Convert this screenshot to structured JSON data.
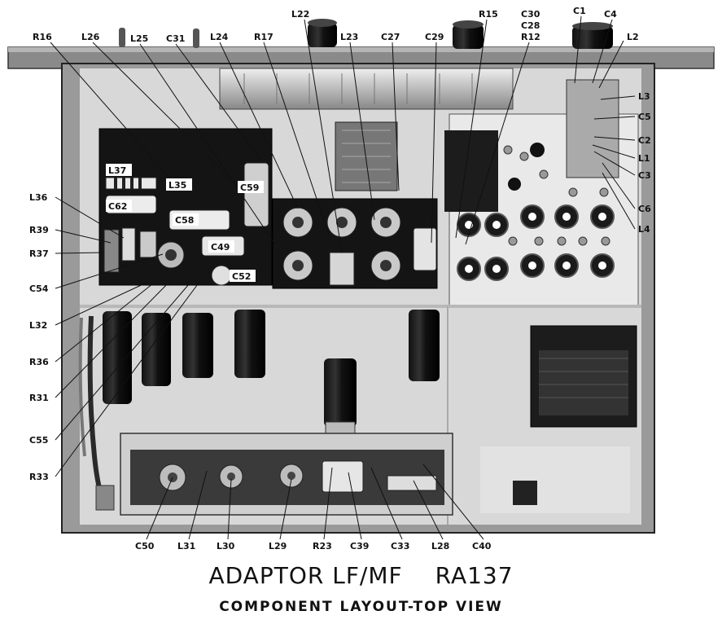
{
  "title": {
    "main": "ADAPTOR LF/MF",
    "model": "RA137",
    "subtitle": "COMPONENT LAYOUT-TOP VIEW"
  },
  "labels": {
    "top": [
      "R16",
      "L26",
      "L25",
      "C31",
      "L24",
      "R17",
      "L22",
      "L23",
      "C27",
      "C29",
      "R15",
      "C30",
      "C28",
      "R12",
      "C1",
      "C4",
      "L2"
    ],
    "right": [
      "L3",
      "C5",
      "C2",
      "L1",
      "C3",
      "C6",
      "L4"
    ],
    "left": [
      "L36",
      "R39",
      "R37",
      "C54",
      "L32",
      "R36",
      "R31",
      "C55",
      "R33"
    ],
    "bottom": [
      "C50",
      "L31",
      "L30",
      "L29",
      "R23",
      "C39",
      "C33",
      "L28",
      "C40"
    ],
    "inside": [
      "L37",
      "L35",
      "C59",
      "C62",
      "C58",
      "C49",
      "C52"
    ]
  }
}
